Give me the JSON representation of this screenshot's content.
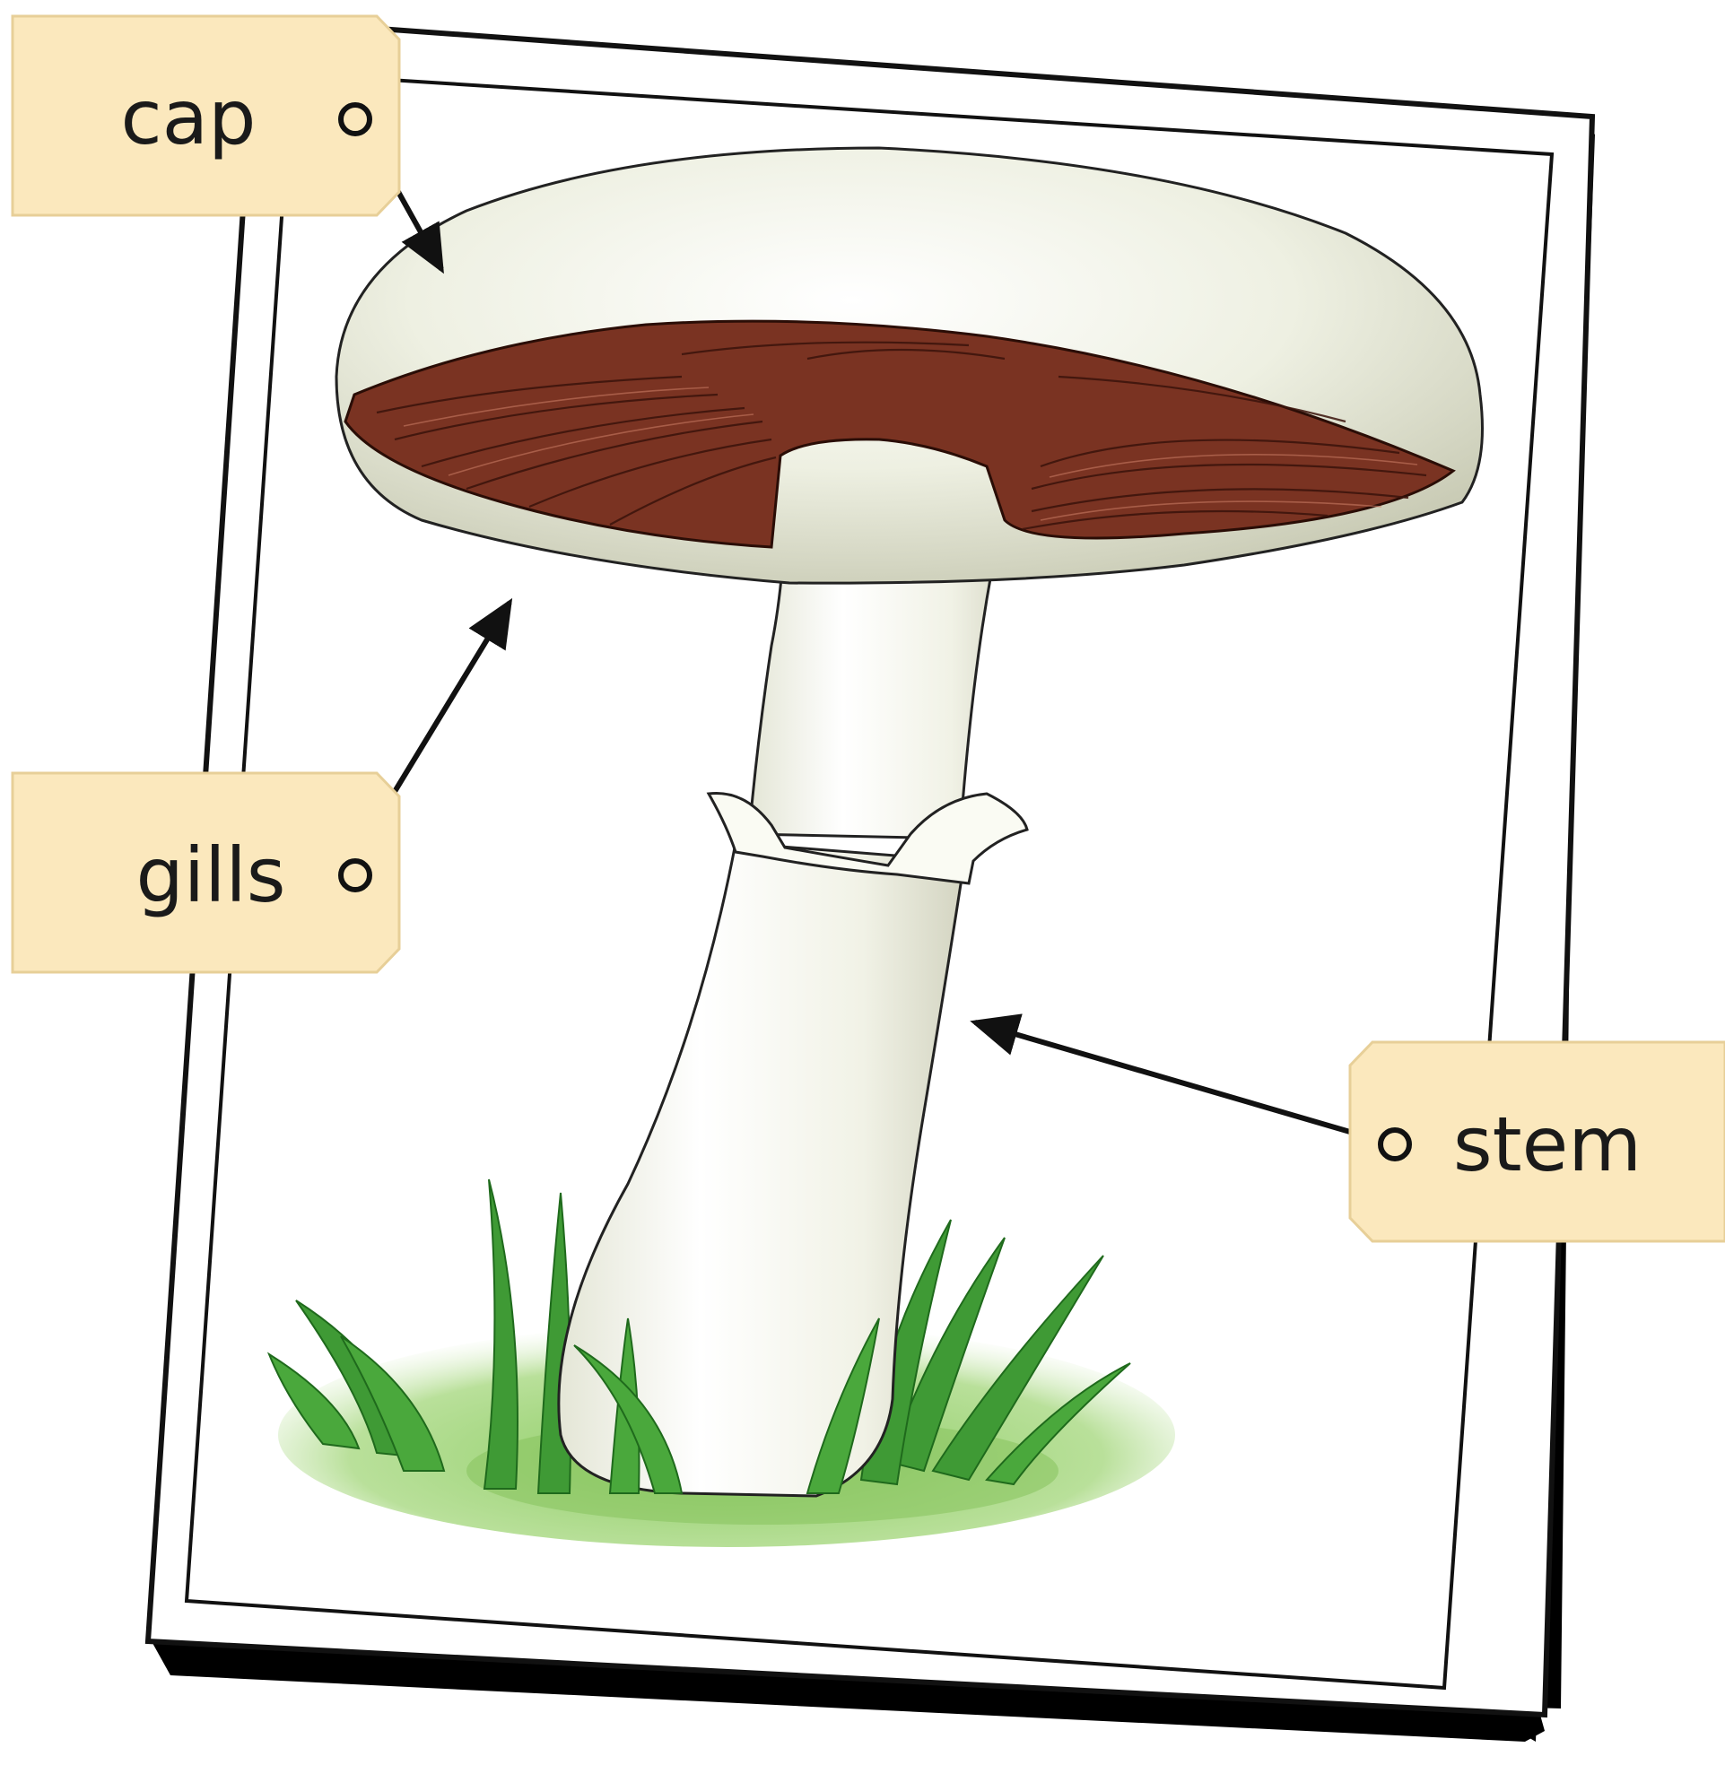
{
  "diagram": {
    "labels": {
      "cap": "cap",
      "gills": "gills",
      "stem": "stem"
    }
  },
  "colors": {
    "tag_fill": "#fbe8bd",
    "tag_stroke": "#e7cf98",
    "card_border": "#111111",
    "card_shadow": "#000000",
    "cap_fill": "#f3f4e8",
    "gills_fill": "#7a3322",
    "gills_line": "#3a130b",
    "stem_fill": "#f6f7ee",
    "ring_fill": "#fafbf3",
    "grass_light": "#9fd07a",
    "grass_dark": "#2f8a2a",
    "arrow": "#111111"
  }
}
